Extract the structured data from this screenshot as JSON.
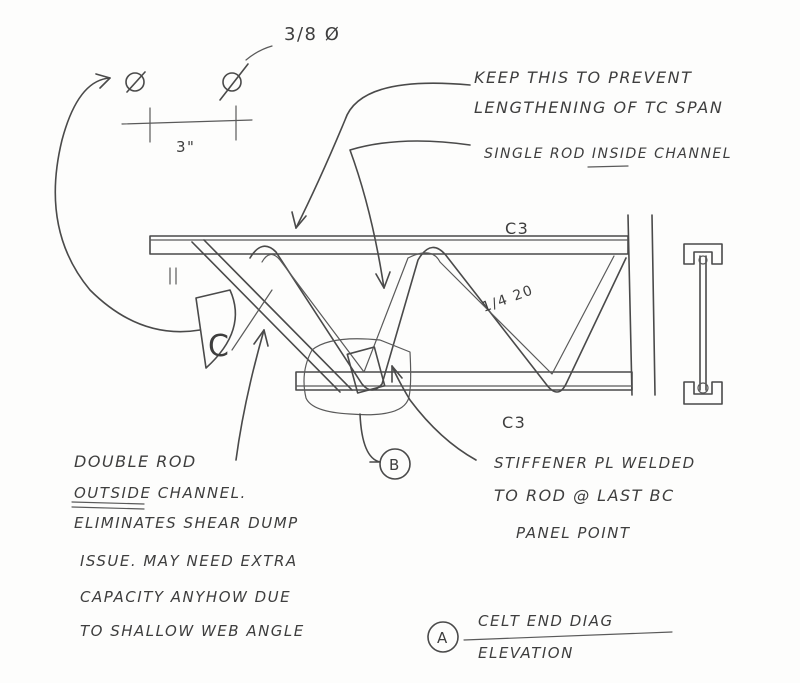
{
  "dimension": {
    "top_dim": "3/8 Ø",
    "spacing": "3\""
  },
  "notes": {
    "keep_line1": "KEEP THIS TO PREVENT",
    "keep_line2": "LENGTHENING OF TC SPAN",
    "single_rod": "SINGLE ROD INSIDE CHANNEL",
    "double_rod_line1": "DOUBLE ROD",
    "double_rod_line2": "OUTSIDE CHANNEL.",
    "eliminates_1": "ELIMINATES SHEAR DUMP",
    "eliminates_2": "ISSUE. MAY NEED EXTRA",
    "eliminates_3": "CAPACITY ANYHOW DUE",
    "eliminates_4": "TO SHALLOW WEB ANGLE",
    "stiffener_1": "STIFFENER PL WELDED",
    "stiffener_2": "TO ROD @ LAST BC",
    "stiffener_3": "PANEL POINT"
  },
  "labels": {
    "top_chord": "C3",
    "bottom_chord": "C3",
    "weld": "1/4 20",
    "section_c": "C",
    "section_b": "B",
    "detail_a": "A",
    "title_1": "CELT END DIAG",
    "title_2": "ELEVATION"
  }
}
